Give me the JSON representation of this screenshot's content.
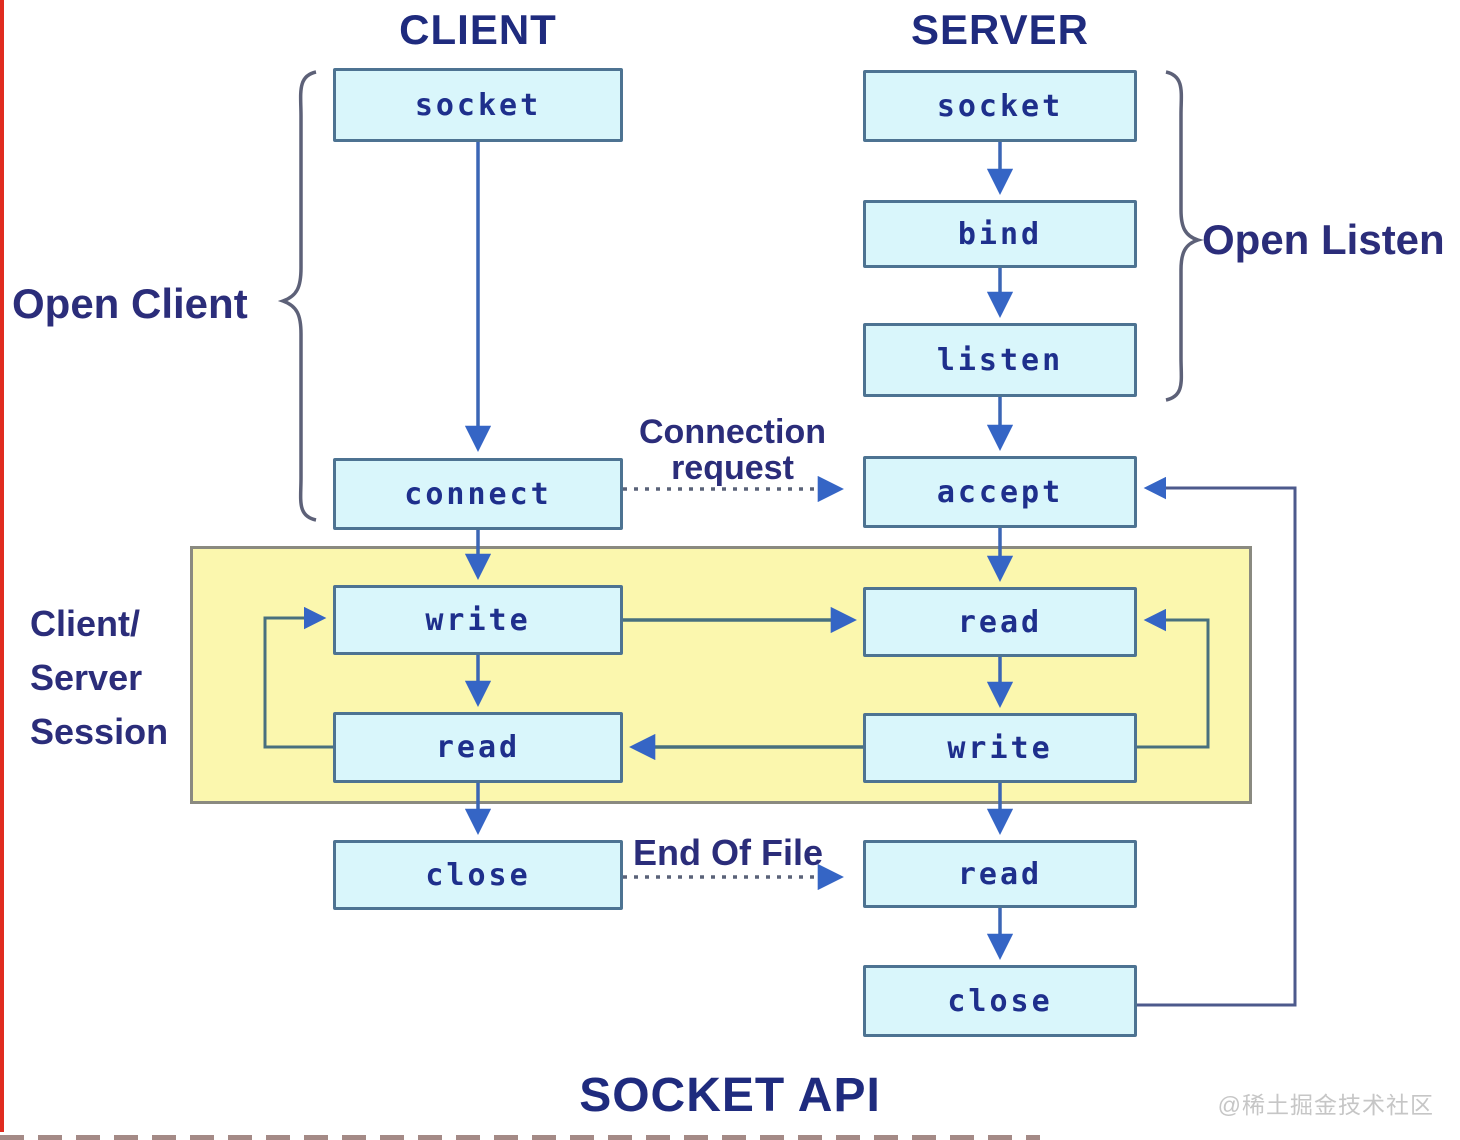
{
  "header": {
    "client": "CLIENT",
    "server": "SERVER"
  },
  "diagram": {
    "client": {
      "nodes": [
        {
          "label": "socket"
        },
        {
          "label": "connect"
        },
        {
          "label": "write"
        },
        {
          "label": "read"
        },
        {
          "label": "close"
        }
      ]
    },
    "server": {
      "nodes": [
        {
          "label": "socket"
        },
        {
          "label": "bind"
        },
        {
          "label": "listen"
        },
        {
          "label": "accept"
        },
        {
          "label": "read"
        },
        {
          "label": "write"
        },
        {
          "label": "read"
        },
        {
          "label": "close"
        }
      ]
    },
    "annotations": {
      "open_client": "Open Client",
      "open_listen": "Open Listen",
      "session_lines": [
        "Client/",
        "Server",
        "Session"
      ],
      "connection_request_lines": [
        "Connection",
        "request"
      ],
      "end_of_file": "End Of File"
    }
  },
  "footer": {
    "title": "SOCKET API",
    "watermark": "@稀土掘金技术社区"
  },
  "icons": {
    "cursor": "mouse-cursor-icon"
  },
  "colors": {
    "node_fill": "#d9f6fb",
    "node_border": "#4d7392",
    "node_text": "#1e2f8c",
    "session_fill": "#fbf7ae",
    "session_border": "#8a8a80",
    "arrow_blue": "#3b66b5",
    "arrow_head": "#3565c5",
    "cross_line": "#48707e",
    "feedback_line": "#4d5a8c",
    "label_navy": "#2b2d7a",
    "watermark_gray": "#c6c6c6",
    "edge_artifact_red": "#e02b20"
  }
}
